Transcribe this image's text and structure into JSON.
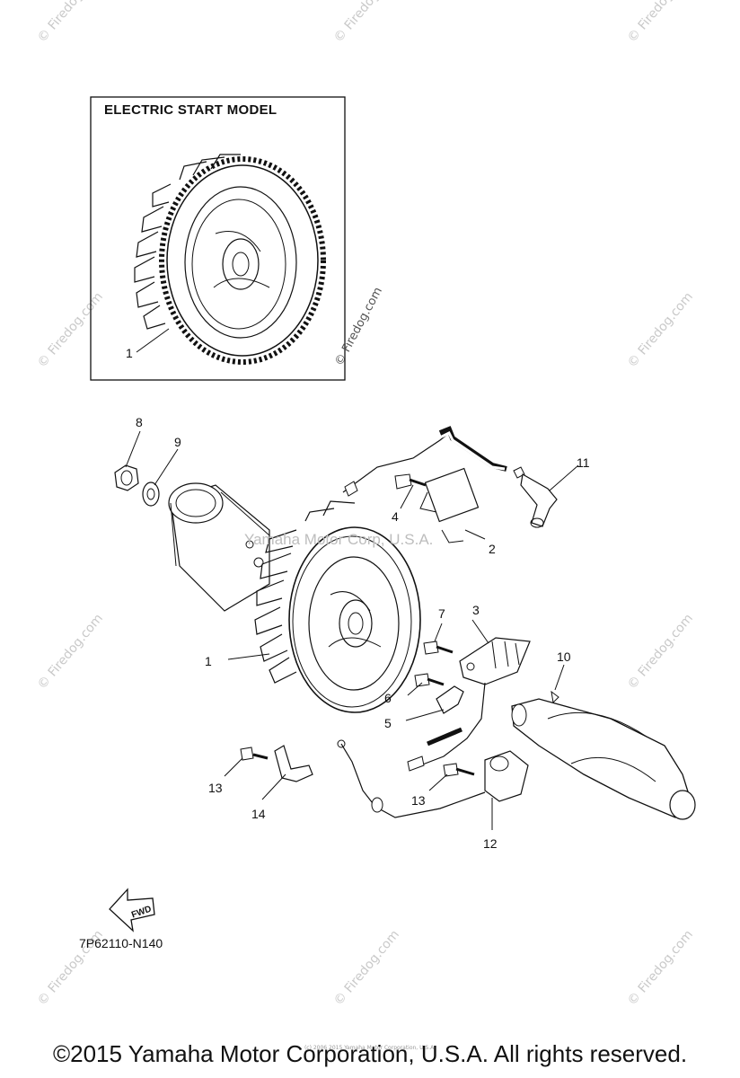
{
  "inset": {
    "title": "ELECTRIC START MODEL",
    "callout": "1",
    "watermark": "© Firedog.com"
  },
  "callouts": {
    "c1": "1",
    "c2": "2",
    "c3": "3",
    "c4": "4",
    "c5": "5",
    "c6": "6",
    "c7": "7",
    "c8": "8",
    "c9": "9",
    "c10": "10",
    "c11": "11",
    "c12": "12",
    "c13a": "13",
    "c13b": "13",
    "c14": "14"
  },
  "fwd_label": "FWD",
  "diagram_code": "7P62110-N140",
  "overlay_watermark": "Yamaha Motor Corp, U.S.A.",
  "watermark": "© Firedog.com",
  "tiny_copyright": "(c) 2006 2015 Yamaha Motor Corporation, U.S.A.",
  "footer": "©2015 Yamaha Motor Corporation, U.S.A. All rights reserved."
}
